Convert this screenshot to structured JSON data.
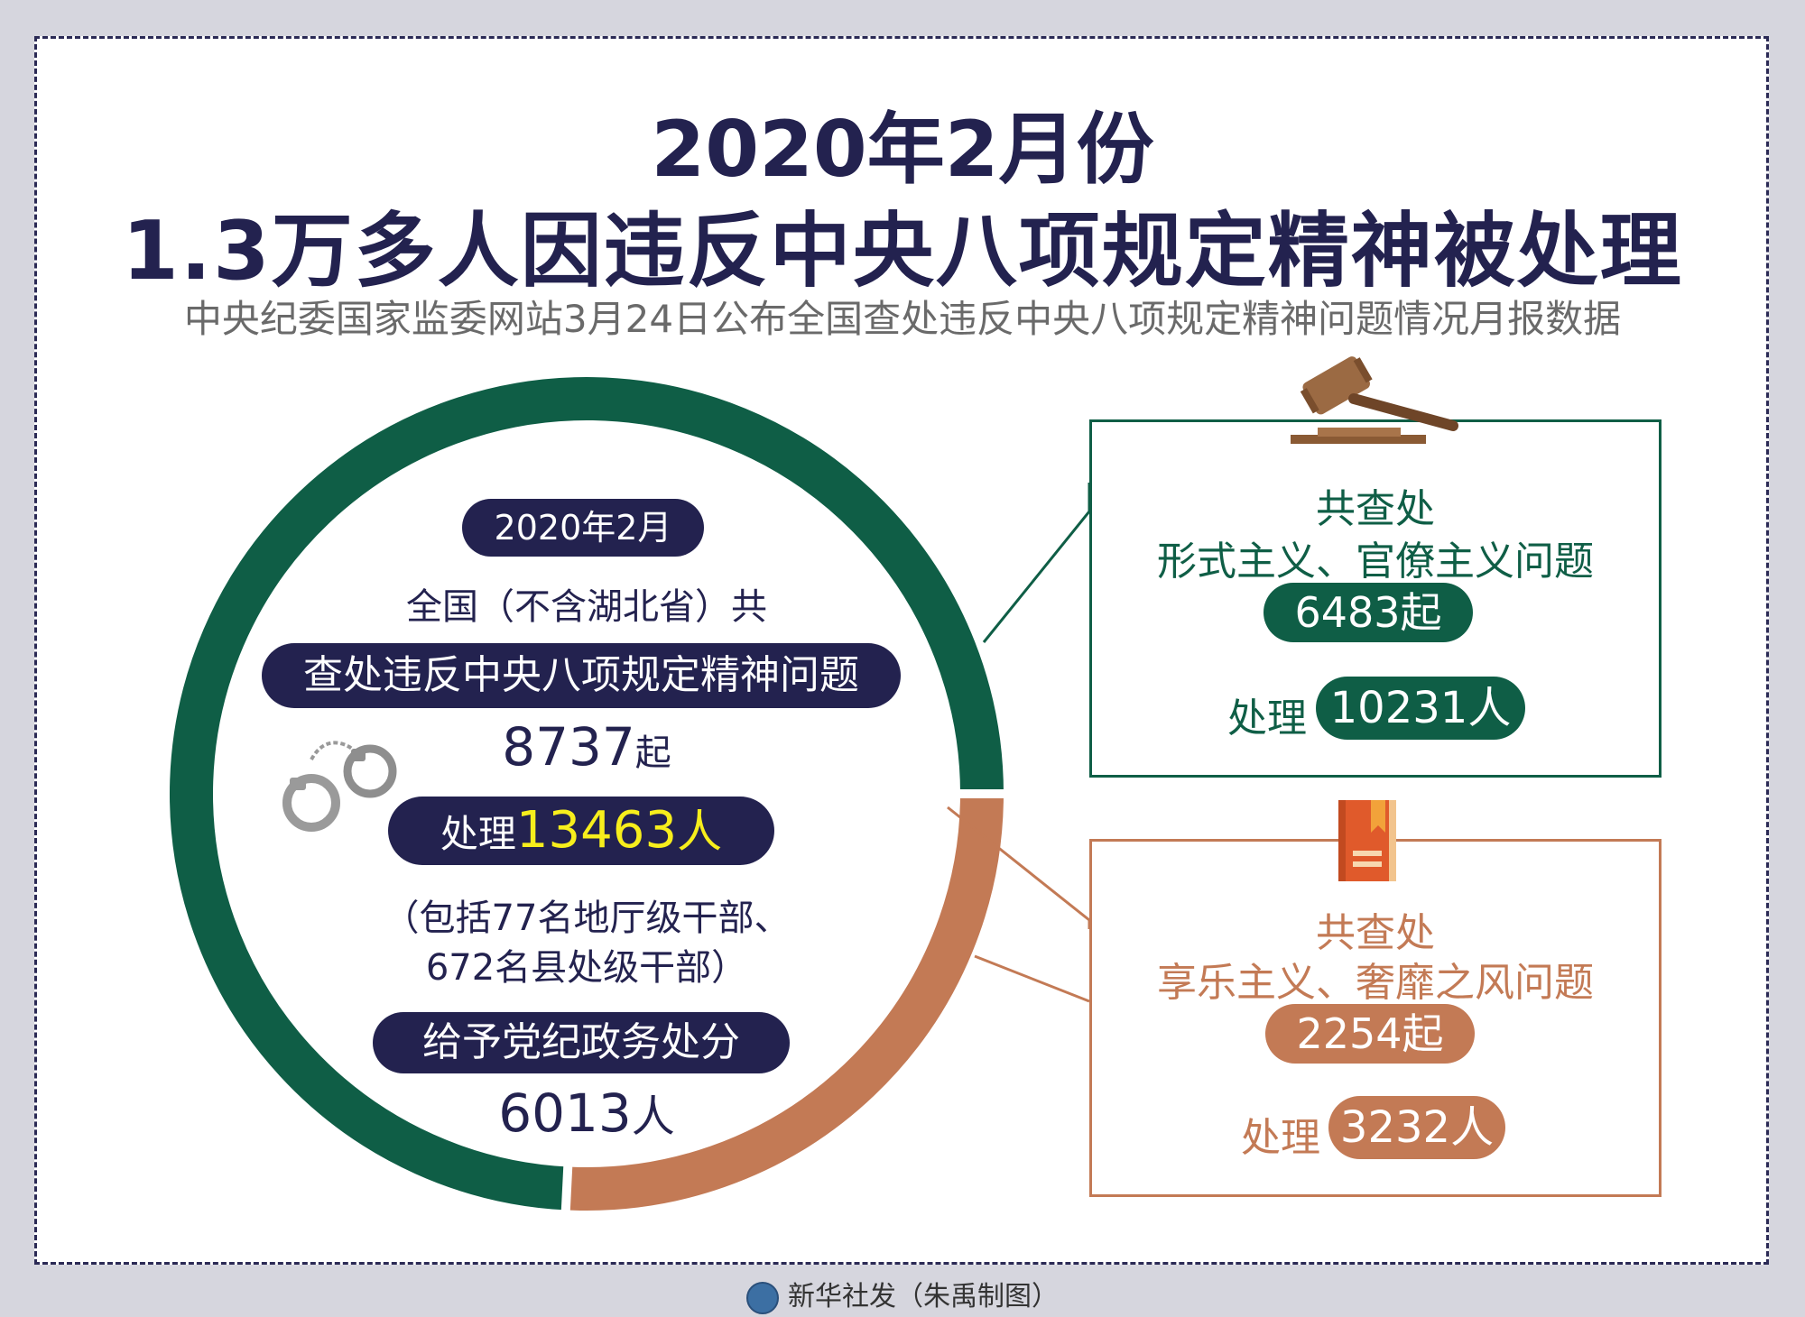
{
  "header": {
    "title_line1": "2020年2月份",
    "title_line2": "1.3万多人因违反中央八项规定精神被处理",
    "subtitle": "中央纪委国家监委网站3月24日公布全国查处违反中央八项规定精神问题情况月报数据"
  },
  "center": {
    "period_pill": "2020年2月",
    "scope": "全国（不含湖北省）共",
    "problems_pill": "查处违反中央八项规定精神问题",
    "problems_count": "8737",
    "problems_unit": "起",
    "handled_label": "处理",
    "handled_count": "13463",
    "handled_unit": "人",
    "detail_line1": "（包括77名地厅级干部、",
    "detail_line2": "672名县处级干部）",
    "discipline_pill": "给予党纪政务处分",
    "discipline_count": "6013",
    "discipline_unit": "人"
  },
  "box_green": {
    "line1": "共查处",
    "line2": "形式主义、官僚主义问题",
    "cases_pill": "6483起",
    "handled_label": "处理",
    "handled_pill": "10231人"
  },
  "box_orange": {
    "line1": "共查处",
    "line2": "享乐主义、奢靡之风问题",
    "cases_pill": "2254起",
    "handled_label": "处理",
    "handled_pill": "3232人"
  },
  "footer": {
    "credit": "新华社发（朱禹制图）"
  },
  "icons": [
    "gavel-icon",
    "handcuffs-icon",
    "book-icon",
    "xinhua-logo-icon"
  ],
  "colors": {
    "green": "#0f5e46",
    "orange": "#c37a55",
    "navy": "#23224f",
    "highlight": "#f7ee1c"
  },
  "chart_data": {
    "type": "pie",
    "categories": [
      "形式主义、官僚主义问题",
      "享乐主义、奢靡之风问题"
    ],
    "values": [
      6483,
      2254
    ],
    "total": 8737
  }
}
